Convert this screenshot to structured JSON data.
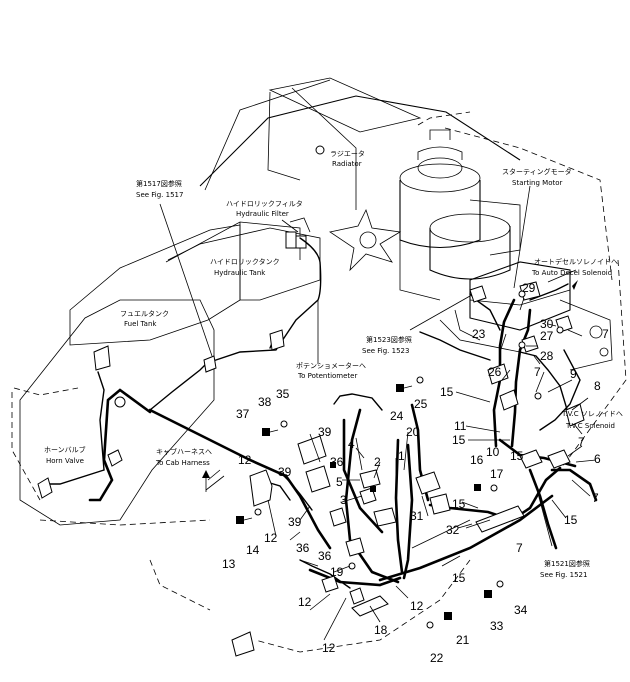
{
  "callouts": {
    "radiator_jp": "ラジエータ",
    "radiator_en": "Radiator",
    "starting_motor_jp": "スターティングモータ",
    "starting_motor_en": "Starting Motor",
    "hydraulic_filter_jp": "ハイドロリックフィルタ",
    "hydraulic_filter_en": "Hydraulic Filter",
    "see1517_jp": "第1517図参照",
    "see1517_en": "See Fig. 1517",
    "hydraulic_tank_jp": "ハイドロリックタンク",
    "hydraulic_tank_en": "Hydraulic Tank",
    "fuel_tank_jp": "フュエルタンク",
    "fuel_tank_en": "Fuel Tank",
    "auto_decel_jp": "オートデセルソレノイドへ",
    "auto_decel_en": "To Auto Decel Solenoid",
    "see1523_jp": "第1523図参照",
    "see1523_en": "See Fig. 1523",
    "potentiometer_jp": "ポテンショメーターへ",
    "potentiometer_en": "To Potentiometer",
    "horn_valve_jp": "ホーンバルブ",
    "horn_valve_en": "Horn Valve",
    "cab_harness_jp": "キャブハーネスへ",
    "cab_harness_en": "To Cab Harness",
    "tvc_jp": "T.V.C ソレノイドへ",
    "tvc_en": "T.V.C Solenoid",
    "see1521_jp": "第1521図参照",
    "see1521_en": "See Fig. 1521"
  },
  "part_numbers": {
    "n1": "1",
    "n2": "2",
    "n3": "3",
    "n4": "4",
    "n5": "5",
    "n6": "6",
    "n7a": "7",
    "n7b": "7",
    "n7c": "7",
    "n7d": "7",
    "n7e": "7",
    "n8": "8",
    "n9": "9",
    "n10": "10",
    "n11": "11",
    "n12a": "12",
    "n12b": "12",
    "n12c": "12",
    "n12d": "12",
    "n12e": "12",
    "n13": "13",
    "n14": "14",
    "n15a": "15",
    "n15b": "15",
    "n15c": "15",
    "n15d": "15",
    "n15e": "15",
    "n15f": "15",
    "n16": "16",
    "n17": "17",
    "n18": "18",
    "n19": "19",
    "n20": "20",
    "n21": "21",
    "n22": "22",
    "n23": "23",
    "n24": "24",
    "n25": "25",
    "n26": "26",
    "n27": "27",
    "n28": "28",
    "n29": "29",
    "n30": "30",
    "n31": "31",
    "n32": "32",
    "n33": "33",
    "n34": "34",
    "n35": "35",
    "n36a": "36",
    "n36b": "36",
    "n36c": "36",
    "n37": "37",
    "n38": "38",
    "n39a": "39",
    "n39b": "39",
    "n39c": "39"
  }
}
